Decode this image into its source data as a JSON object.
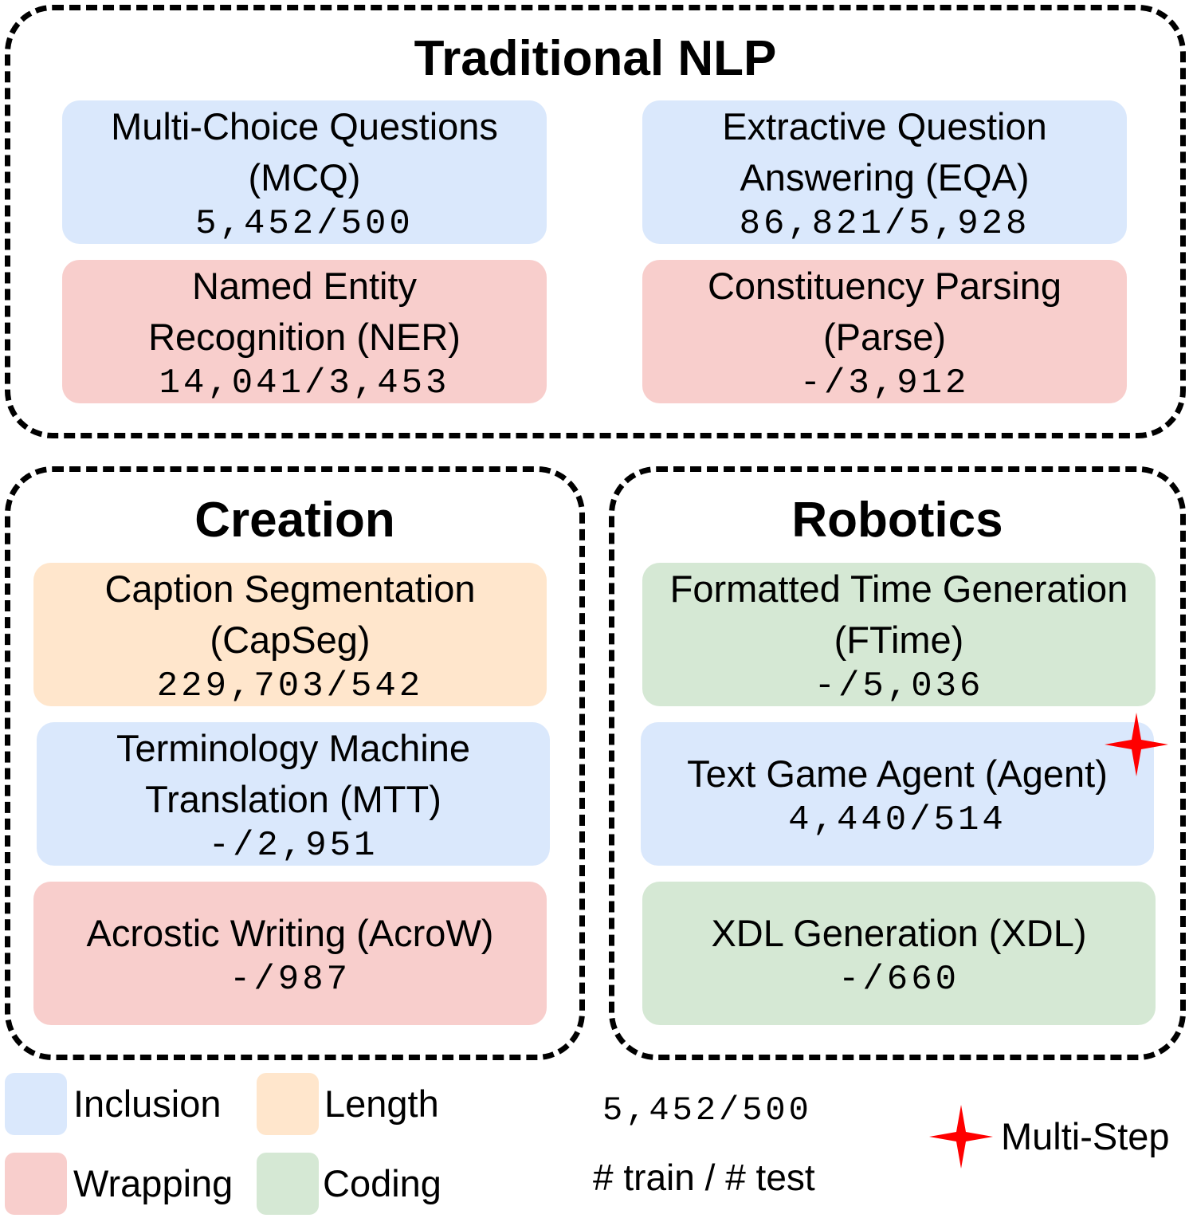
{
  "colors": {
    "inclusion": "#dae8fc",
    "length": "#ffe6cc",
    "wrapping": "#f8cecc",
    "coding": "#d5e8d4",
    "star": "#ff0000"
  },
  "groups": {
    "traditional": {
      "title": "Traditional NLP"
    },
    "creation": {
      "title": "Creation"
    },
    "robotics": {
      "title": "Robotics"
    }
  },
  "tasks": {
    "mcq": {
      "name": "Multi-Choice Questions\n(MCQ)",
      "count": "5,452/500",
      "category": "inclusion"
    },
    "eqa": {
      "name": "Extractive Question\nAnswering (EQA)",
      "count": "86,821/5,928",
      "category": "inclusion"
    },
    "ner": {
      "name": "Named Entity\nRecognition (NER)",
      "count": "14,041/3,453",
      "category": "wrapping"
    },
    "parse": {
      "name": "Constituency Parsing\n(Parse)",
      "count": "-/3,912",
      "category": "wrapping"
    },
    "capseg": {
      "name": "Caption Segmentation\n(CapSeg)",
      "count": "229,703/542",
      "category": "length"
    },
    "mtt": {
      "name": "Terminology Machine\nTranslation (MTT)",
      "count": "-/2,951",
      "category": "inclusion"
    },
    "acrow": {
      "name": "Acrostic Writing (AcroW)",
      "count": "-/987",
      "category": "wrapping"
    },
    "ftime": {
      "name": "Formatted Time Generation\n(FTime)",
      "count": "-/5,036",
      "category": "coding"
    },
    "agent": {
      "name": "Text Game Agent (Agent)",
      "count": "4,440/514",
      "category": "inclusion",
      "multi_step": true
    },
    "xdl": {
      "name": "XDL Generation (XDL)",
      "count": "-/660",
      "category": "coding"
    }
  },
  "legend": {
    "inclusion": "Inclusion",
    "length": "Length",
    "wrapping": "Wrapping",
    "coding": "Coding",
    "example_count": "5,452/500",
    "count_caption": "# train / # test",
    "multi_step": "Multi-Step"
  }
}
